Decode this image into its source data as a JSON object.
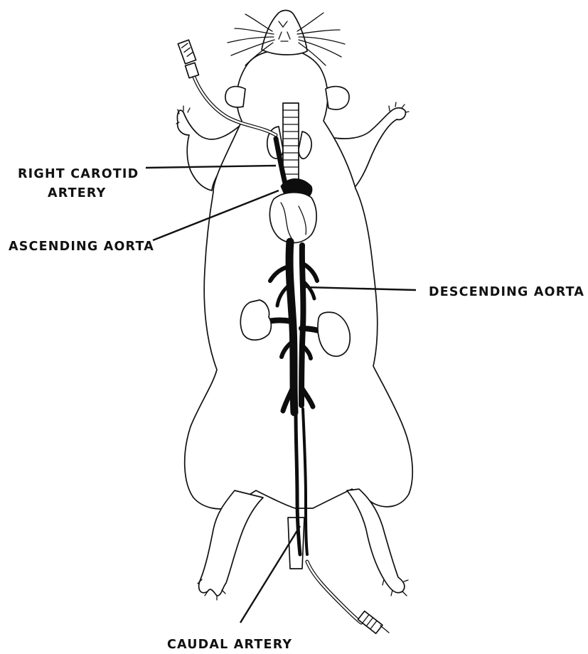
{
  "labels": {
    "right_carotid_line1": "RIGHT CAROTID",
    "right_carotid_line2": "ARTERY",
    "ascending_aorta": "ASCENDING AORTA",
    "descending_aorta": "DESCENDING AORTA",
    "caudal_artery": "CAUDAL ARTERY"
  },
  "colors": {
    "ink": "#111111",
    "background": "#ffffff"
  }
}
